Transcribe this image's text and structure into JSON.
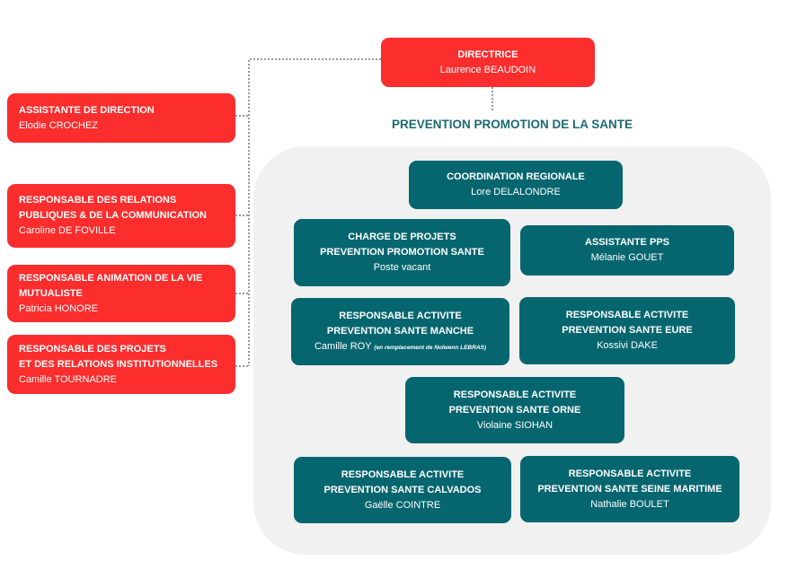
{
  "director": {
    "title": "DIRECTRICE",
    "name": "Laurence BEAUDOIN"
  },
  "left_staff": [
    {
      "title_lines": [
        "ASSISTANTE DE DIRECTION"
      ],
      "name": "Elodie CROCHEZ"
    },
    {
      "title_lines": [
        "RESPONSABLE DES RELATIONS",
        "PUBLIQUES & DE LA COMMUNICATION"
      ],
      "name": "Caroline DE FOVILLE"
    },
    {
      "title_lines": [
        "RESPONSABLE ANIMATION DE LA VIE",
        "MUTUALISTE"
      ],
      "name": "Patricia HONORE"
    },
    {
      "title_lines": [
        "RESPONSABLE DES PROJETS",
        "ET DES RELATIONS INSTITUTIONNELLES"
      ],
      "name": "Camille TOURNADRE"
    }
  ],
  "section": {
    "title": "PREVENTION PROMOTION DE LA SANTE"
  },
  "team": [
    {
      "title_lines": [
        "COORDINATION REGIONALE"
      ],
      "name": "Lore DELALONDRE",
      "note": ""
    },
    {
      "title_lines": [
        "CHARGE DE PROJETS",
        "PREVENTION PROMOTION SANTE"
      ],
      "name": "Poste vacant",
      "note": ""
    },
    {
      "title_lines": [
        "ASSISTANTE PPS"
      ],
      "name": "Mélanie GOUET",
      "note": ""
    },
    {
      "title_lines": [
        "RESPONSABLE ACTIVITE",
        "PREVENTION SANTE MANCHE"
      ],
      "name": "Camille ROY",
      "note": "(en remplacement de Nolwenn LEBRAS)"
    },
    {
      "title_lines": [
        "RESPONSABLE ACTIVITE",
        "PREVENTION SANTE EURE"
      ],
      "name": "Kossivi DAKE",
      "note": ""
    },
    {
      "title_lines": [
        "RESPONSABLE ACTIVITE",
        "PREVENTION SANTE ORNE"
      ],
      "name": "Violaine SIOHAN",
      "note": ""
    },
    {
      "title_lines": [
        "RESPONSABLE ACTIVITE",
        "PREVENTION SANTE CALVADOS"
      ],
      "name": "Gaëlle COINTRE",
      "note": ""
    },
    {
      "title_lines": [
        "RESPONSABLE ACTIVITE",
        "PREVENTION SANTE SEINE MARITIME"
      ],
      "name": "Nathalie BOULET",
      "note": ""
    }
  ],
  "colors": {
    "red": "#fb2d2d",
    "teal": "#06666f",
    "panel": "#f1f1f1",
    "section_title": "#1b6a72",
    "connector": "#333333"
  }
}
